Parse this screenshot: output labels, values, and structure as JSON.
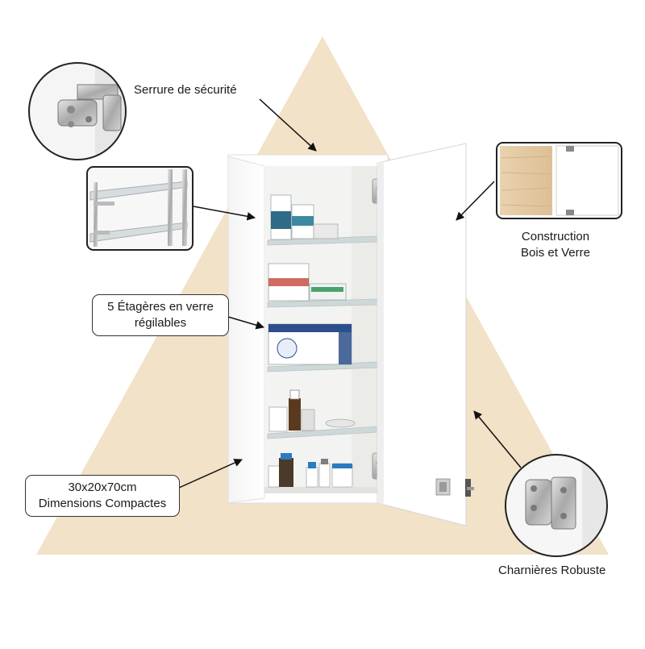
{
  "callouts": {
    "security_lock": "Serrure de sécurité",
    "construction_line1": "Construction",
    "construction_line2": "Bois et Verre",
    "shelves_line1": "5 Étagères en verre",
    "shelves_line2": "régilables",
    "dimensions_line1": "30x20x70cm",
    "dimensions_line2": "Dimensions Compactes",
    "hinges": "Charnières Robuste"
  },
  "colors": {
    "triangle": "#f1e2c8",
    "wood": "#e4c9a2",
    "cabinet": "#ffffff",
    "glass": "#cfd8d8"
  }
}
